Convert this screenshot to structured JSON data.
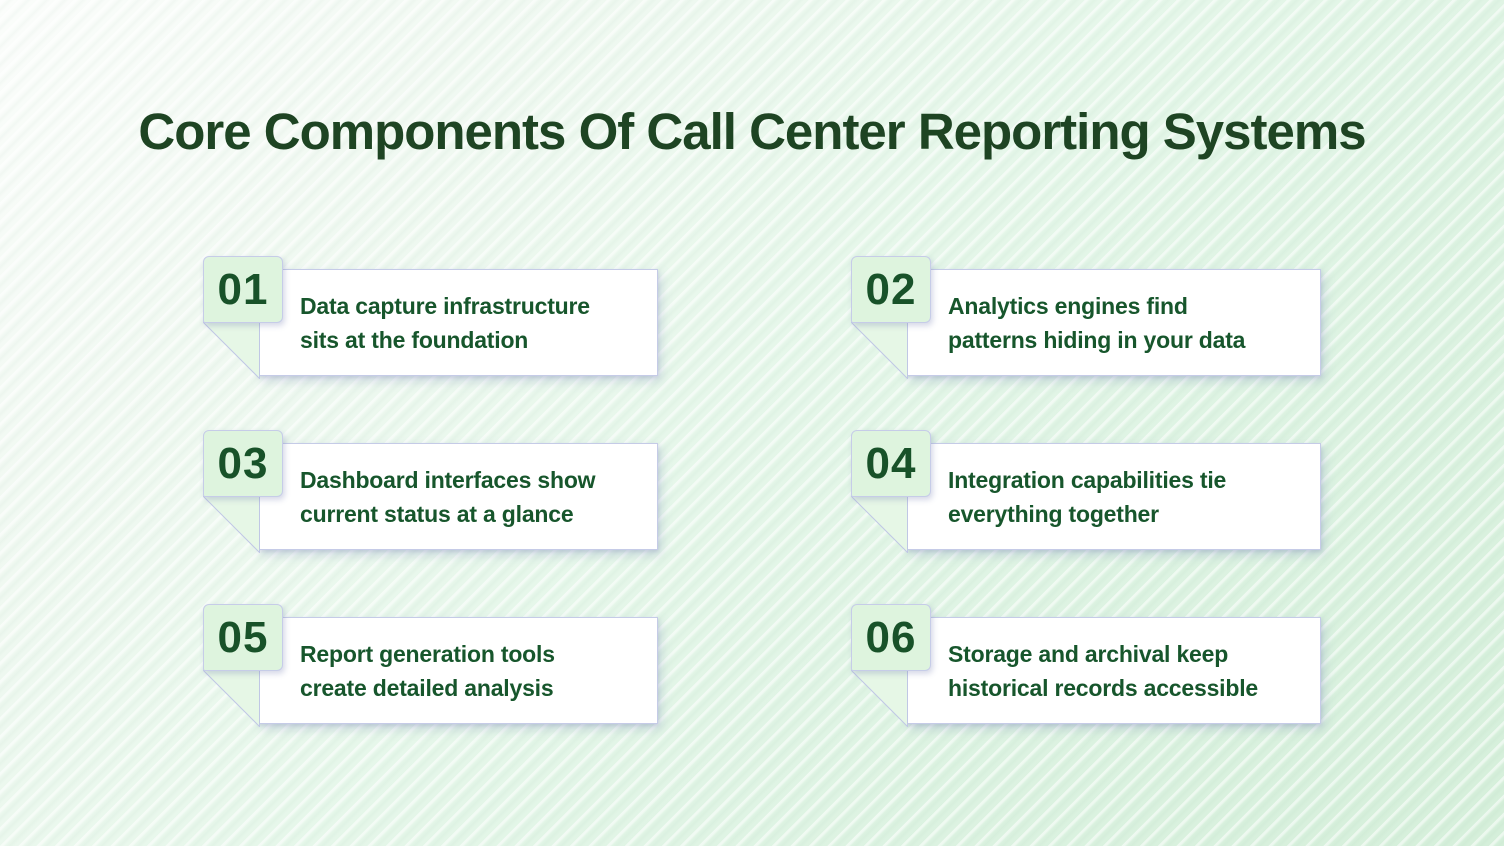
{
  "title": "Core Components Of Call Center Reporting Systems",
  "cards": [
    {
      "number": "01",
      "line1": "Data capture infrastructure",
      "line2": "sits at the foundation"
    },
    {
      "number": "02",
      "line1": "Analytics engines find",
      "line2": "patterns hiding in your data"
    },
    {
      "number": "03",
      "line1": "Dashboard interfaces show",
      "line2": "current status at a glance"
    },
    {
      "number": "04",
      "line1": "Integration capabilities tie",
      "line2": "everything together"
    },
    {
      "number": "05",
      "line1": "Report generation tools",
      "line2": "create detailed analysis"
    },
    {
      "number": "06",
      "line1": "Storage and archival keep",
      "line2": "historical records accessible"
    }
  ],
  "colors": {
    "title_green": "#1e4423",
    "card_text_green": "#17562c",
    "badge_number_green": "#185229",
    "badge_background": "#def4de",
    "fold_background": "#e6f7e6",
    "card_background": "#ffffff",
    "card_border": "#c5cbe7",
    "background_light": "#fbfdfb",
    "background_green": "#d5efda"
  }
}
